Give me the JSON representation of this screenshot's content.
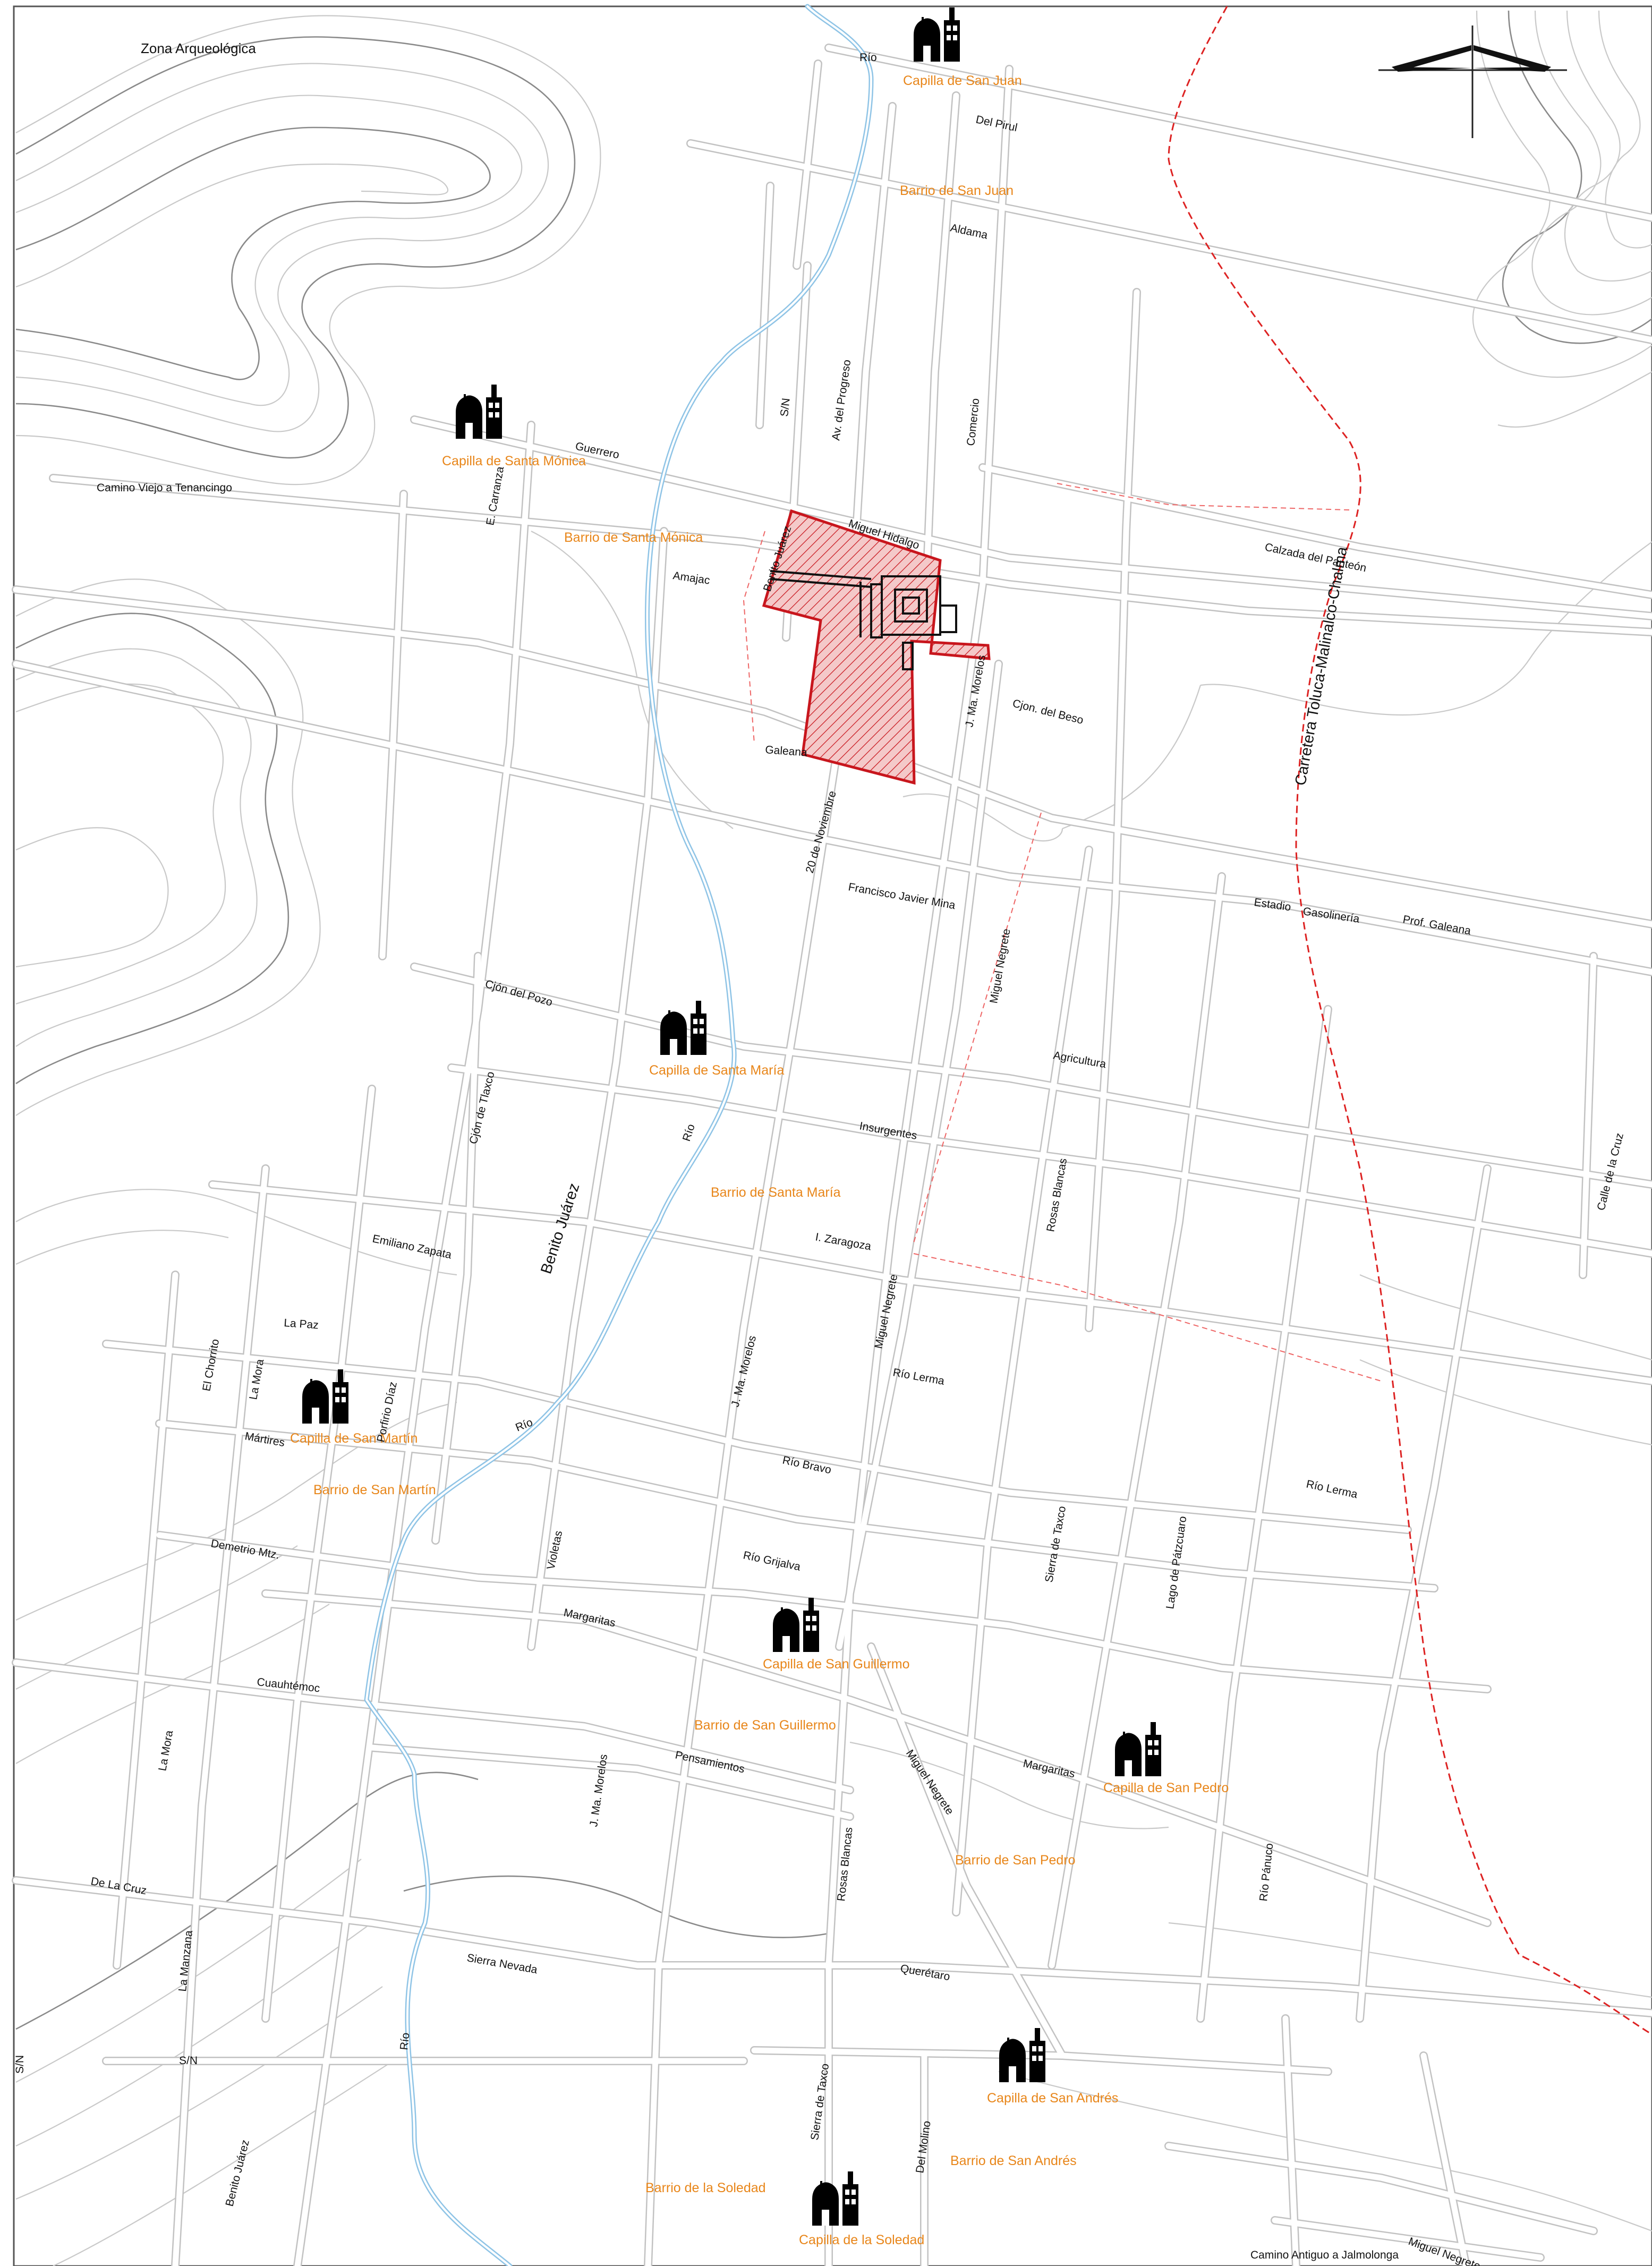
{
  "colors": {
    "chapel_label": "#e8861a",
    "river": "#8fc4e6",
    "highway": "#d22222",
    "zone_fill": "#f4c9c9",
    "zone_stroke": "#c8161d",
    "ink": "#111111"
  },
  "icons": {
    "chapel": "chapel-icon",
    "north_arrow": "north-arrow-icon"
  },
  "zone_label": "Zona Arqueológica",
  "chapels": [
    {
      "id": "san-juan",
      "name": "Capilla de San Juan"
    },
    {
      "id": "santa-monica",
      "name": "Capilla de Santa Mónica"
    },
    {
      "id": "santa-maria",
      "name": "Capilla de Santa María"
    },
    {
      "id": "san-martin",
      "name": "Capilla de San Martín"
    },
    {
      "id": "san-guillermo",
      "name": "Capilla de San Guillermo"
    },
    {
      "id": "san-pedro",
      "name": "Capilla de San Pedro"
    },
    {
      "id": "san-andres",
      "name": "Capilla de San Andrés"
    },
    {
      "id": "la-soledad",
      "name": "Capilla de la Soledad"
    }
  ],
  "barrios": [
    {
      "id": "san-juan",
      "name": "Barrio de San Juan"
    },
    {
      "id": "santa-monica",
      "name": "Barrio de Santa Mónica"
    },
    {
      "id": "santa-maria",
      "name": "Barrio de Santa María"
    },
    {
      "id": "san-martin",
      "name": "Barrio de San Martín"
    },
    {
      "id": "san-guillermo",
      "name": "Barrio de San Guillermo"
    },
    {
      "id": "san-pedro",
      "name": "Barrio de San Pedro"
    },
    {
      "id": "san-andres",
      "name": "Barrio de San Andrés"
    },
    {
      "id": "la-soledad",
      "name": "Barrio de la Soledad"
    }
  ],
  "streets": [
    "Río",
    "Del Pirul",
    "Aldama",
    "Guerrero",
    "Camino Viejo a Tenancingo",
    "E. Carranza",
    "S/N",
    "Av. del Progreso",
    "Comercio",
    "Miguel Hidalgo",
    "Calzada del Panteón",
    "Amajac",
    "Benito Juárez",
    "J. Ma. Morelos",
    "Cjon. del Beso",
    "Galeana",
    "20 de Noviembre",
    "Carretera Toluca-Malinalco-Chalma",
    "Francisco Javier Mina",
    "Estadio",
    "Gasolinería",
    "Prof. Galeana",
    "Cjón del Pozo",
    "Miguel Negrete",
    "Agricultura",
    "Cjón de Tlaxco",
    "Insurgentes",
    "Río",
    "Rosas Blancas",
    "Calle de la Cruz",
    "I. Zaragoza",
    "Emiliano Zapata",
    "Benito Juárez",
    "La Paz",
    "Miguel Negrete",
    "Río Lerma",
    "El Chorrito",
    "La Mora",
    "Porfirio Díaz",
    "J. Ma. Morelos",
    "Mártires",
    "Río",
    "Río Bravo",
    "Río Lerma",
    "Demetrio Mtz.",
    "Violetas",
    "Sierra de Taxco",
    "Lago de Pátzcuaro",
    "Río Grijalva",
    "Margaritas",
    "Cuauhtémoc",
    "La Mora",
    "Pensamientos",
    "Miguel Negrete",
    "Margaritas",
    "J. Ma. Morelos",
    "Rosas Blancas",
    "De La Cruz",
    "Río Pánuco",
    "La Manzana",
    "Sierra Nevada",
    "Querétaro",
    "Río",
    "S/N",
    "S/N",
    "Sierra de Taxco",
    "Del Molino",
    "Benito Juárez",
    "Miguel Negrete",
    "Camino Antiguo a Jalmolonga"
  ]
}
